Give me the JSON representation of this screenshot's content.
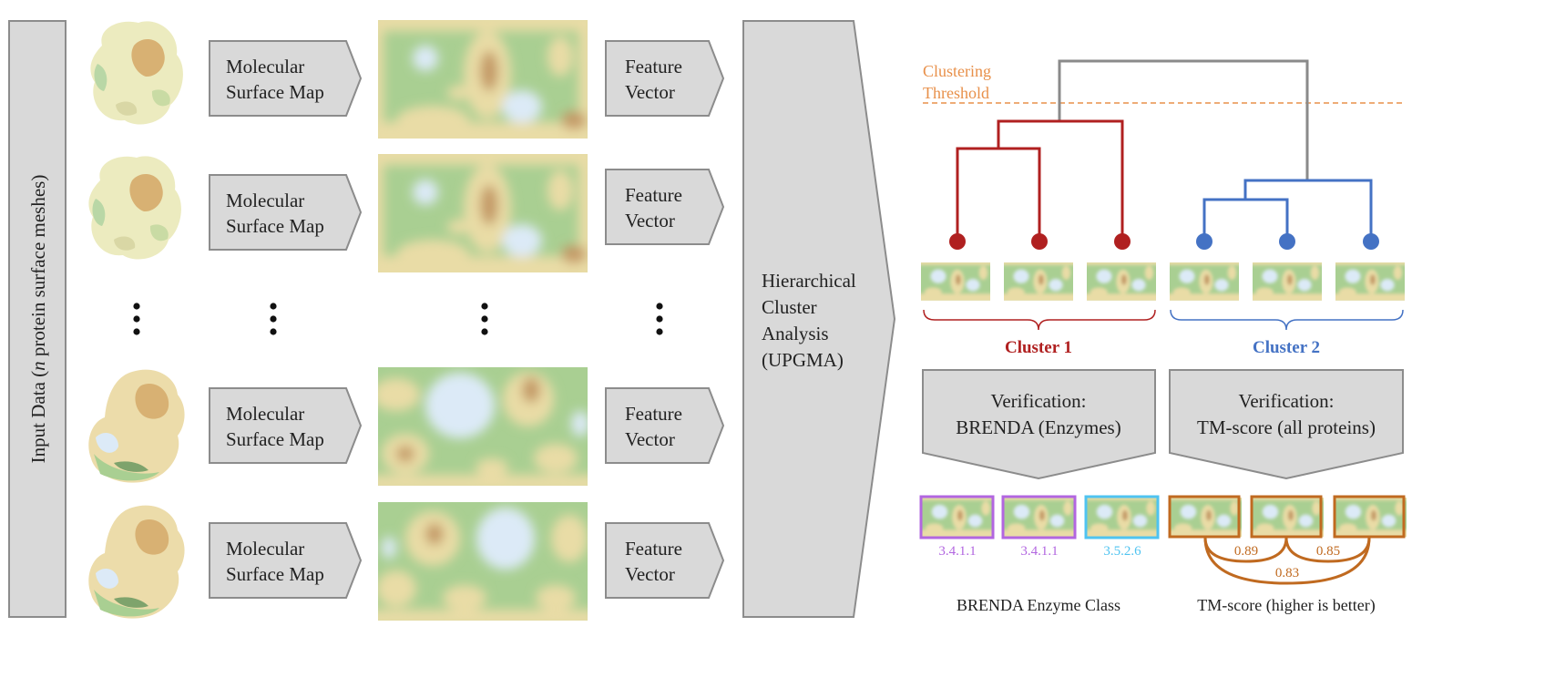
{
  "input_label": {
    "prefix": "Input Data (",
    "italic": "n",
    "suffix": " protein surface meshes)"
  },
  "pipeline_rows": [
    {
      "step1": [
        "Molecular",
        "Surface Map"
      ],
      "step2": [
        "Feature",
        "Vector"
      ]
    },
    {
      "step1": [
        "Molecular",
        "Surface Map"
      ],
      "step2": [
        "Feature",
        "Vector"
      ]
    },
    {
      "step1": [
        "Molecular",
        "Surface Map"
      ],
      "step2": [
        "Feature",
        "Vector"
      ]
    },
    {
      "step1": [
        "Molecular",
        "Surface Map"
      ],
      "step2": [
        "Feature",
        "Vector"
      ]
    }
  ],
  "cluster_box": {
    "lines": [
      "Hierarchical",
      "Cluster",
      "Analysis",
      "(UPGMA)"
    ]
  },
  "dendrogram": {
    "threshold_label": [
      "Clustering",
      "Threshold"
    ],
    "cluster1_label": "Cluster 1",
    "cluster2_label": "Cluster 2"
  },
  "verification": {
    "left": [
      "Verification:",
      "BRENDA (Enzymes)"
    ],
    "right": [
      "Verification:",
      "TM-score (all proteins)"
    ]
  },
  "brenda": {
    "classes": [
      "3.4.1.1",
      "3.4.1.1",
      "3.5.2.6"
    ],
    "caption": "BRENDA Enzyme Class"
  },
  "tmscore": {
    "scores": [
      "0.89",
      "0.85",
      "0.83"
    ],
    "caption": "TM-score (higher is better)"
  },
  "colors": {
    "box_fill": "#d9d9d9",
    "box_stroke": "#8c8c8c",
    "cluster1": "#b02020",
    "cluster2": "#4472c4",
    "root": "#8a8a8a",
    "threshold": "#e8904a",
    "purple": "#b266e0",
    "cyan": "#4fc3f0",
    "brown": "#c06a20",
    "map_green": "#9cc98a",
    "map_sand": "#e9dca6",
    "map_brown": "#c49a66",
    "map_blue": "#dceaf7"
  }
}
